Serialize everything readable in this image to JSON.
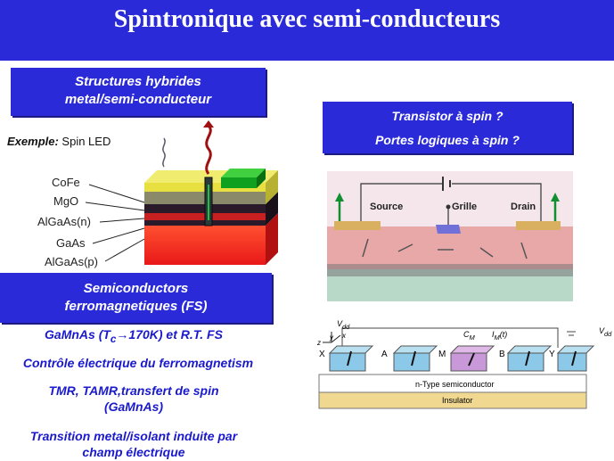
{
  "title": "Spintronique avec semi-conducteurs",
  "hybrid": {
    "line1": "Structures hybrides",
    "line2": "metal/semi-conducteur",
    "example_prefix": "Exemple:",
    "example_value": " Spin LED",
    "layers": [
      "CoFe",
      "MgO",
      "AlGaAs(n)",
      "GaAs",
      "AlGaAs(p)"
    ]
  },
  "transistor": {
    "line1": "Transistor à spin ?",
    "line2": "Portes logiques à spin ?",
    "fig1": {
      "source": "Source",
      "gate": "Grille",
      "drain": "Drain"
    },
    "fig2": {
      "vdd1": "V",
      "vdd_sub": "dd",
      "vdd2": "V",
      "vdd2_sub": "dd",
      "x": "X",
      "a": "A",
      "m": "M",
      "b": "B",
      "y": "Y",
      "cm": "C",
      "cm_sub": "M",
      "im": "I",
      "im_sub": "M",
      "im_t": "(t)",
      "n_type": "n-Type semiconductor",
      "insulator": "Insulator",
      "axis_x": "x",
      "axis_y": "y",
      "axis_z": "z"
    }
  },
  "fs": {
    "line1": "Semiconductors",
    "line2": "ferromagnetiques (FS)",
    "item1_a": "GaMnAs (T",
    "item1_sub": "c",
    "item1_b": "→170K) et R.T. FS",
    "item2": "Contrôle électrique du ferromagnetism",
    "item3_l1": "TMR, TAMR,transfert de spin",
    "item3_l2": "(GaMnAs)",
    "item4_l1": "Transition metal/isolant induite par",
    "item4_l2": "champ électrique"
  },
  "colors": {
    "title_bg": "#2a2ad8",
    "text_blue": "#1a1acc"
  }
}
